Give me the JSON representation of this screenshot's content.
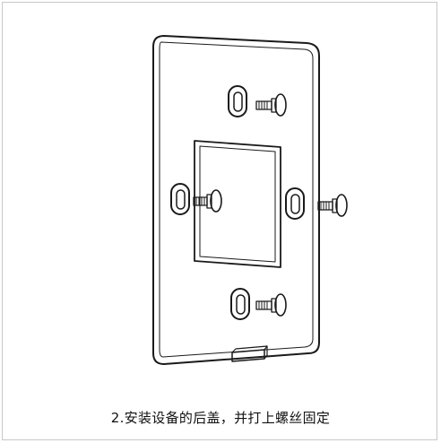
{
  "caption": "2.安装设备的后盖，并打上螺丝固定",
  "illustration": {
    "subject": "mounting-back-plate",
    "parts": [
      "back-plate",
      "center-cutout",
      "mounting-slot",
      "mounting-screw",
      "bottom-tab"
    ]
  },
  "colors": {
    "line": "#1a1a1a",
    "background": "#ffffff",
    "border": "#c8c8c8"
  }
}
